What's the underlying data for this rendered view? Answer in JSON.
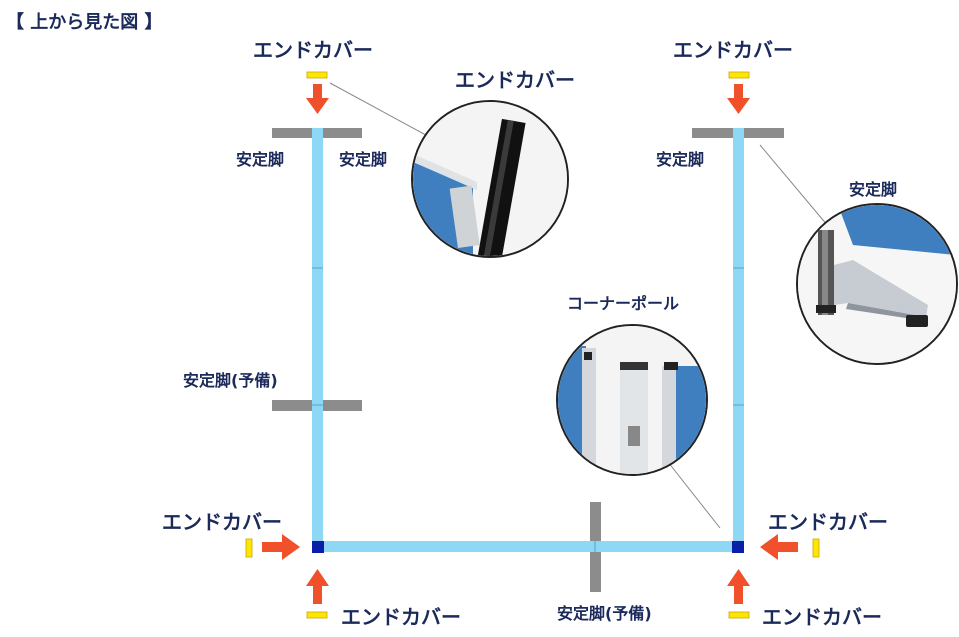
{
  "heading": "【 上から見た図 】",
  "labels": {
    "end_cover": "エンドカバー",
    "stabilizer_foot": "安定脚",
    "stabilizer_foot_spare": "安定脚(予備)",
    "corner_pole": "コーナーポール"
  },
  "colors": {
    "panel": "#8fd8f5",
    "foot": "#8c8c8c",
    "arrow": "#f0502a",
    "end_cap": "#ffe600",
    "corner": "#0a1ea8",
    "text": "#1b2a5a"
  }
}
